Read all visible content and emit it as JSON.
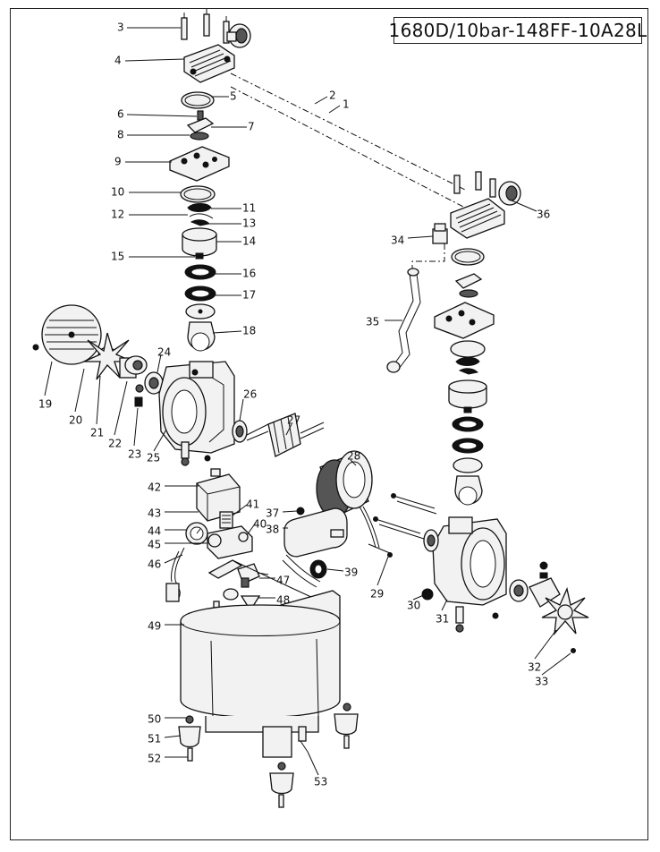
{
  "title": "1680D/10bar-148FF-10A28L",
  "callouts": [
    {
      "num": "1"
    },
    {
      "num": "2"
    },
    {
      "num": "3"
    },
    {
      "num": "4"
    },
    {
      "num": "5"
    },
    {
      "num": "6"
    },
    {
      "num": "7"
    },
    {
      "num": "8"
    },
    {
      "num": "9"
    },
    {
      "num": "10"
    },
    {
      "num": "11"
    },
    {
      "num": "12"
    },
    {
      "num": "13"
    },
    {
      "num": "14"
    },
    {
      "num": "15"
    },
    {
      "num": "16"
    },
    {
      "num": "17"
    },
    {
      "num": "18"
    },
    {
      "num": "19"
    },
    {
      "num": "20"
    },
    {
      "num": "21"
    },
    {
      "num": "22"
    },
    {
      "num": "23"
    },
    {
      "num": "24"
    },
    {
      "num": "25"
    },
    {
      "num": "26"
    },
    {
      "num": "27"
    },
    {
      "num": "28"
    },
    {
      "num": "29"
    },
    {
      "num": "30"
    },
    {
      "num": "31"
    },
    {
      "num": "32"
    },
    {
      "num": "33"
    },
    {
      "num": "34"
    },
    {
      "num": "35"
    },
    {
      "num": "36"
    },
    {
      "num": "37"
    },
    {
      "num": "38"
    },
    {
      "num": "39"
    },
    {
      "num": "40"
    },
    {
      "num": "41"
    },
    {
      "num": "42"
    },
    {
      "num": "43"
    },
    {
      "num": "44"
    },
    {
      "num": "45"
    },
    {
      "num": "46"
    },
    {
      "num": "47"
    },
    {
      "num": "48"
    },
    {
      "num": "49"
    },
    {
      "num": "50"
    },
    {
      "num": "51"
    },
    {
      "num": "52"
    },
    {
      "num": "53"
    }
  ]
}
